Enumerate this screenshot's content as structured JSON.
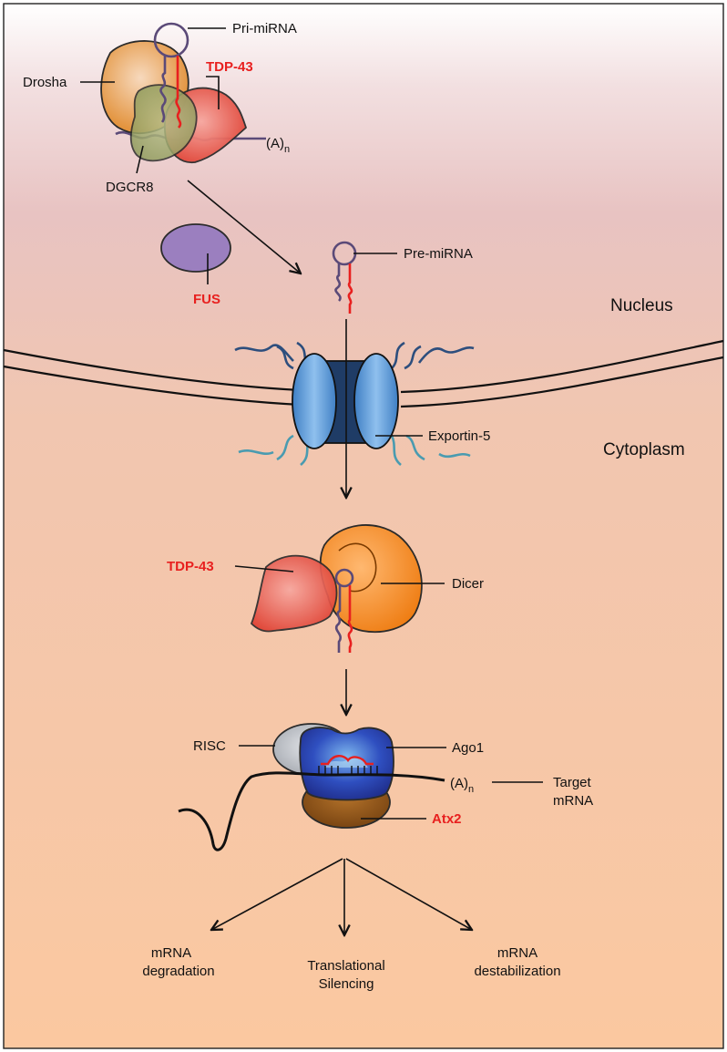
{
  "regions": {
    "nucleus": "Nucleus",
    "cytoplasm": "Cytoplasm"
  },
  "labels": {
    "pri_mirna": "Pri-miRNA",
    "drosha": "Drosha",
    "tdp43_top": "TDP-43",
    "polya_top": "(A)",
    "polya_top_sub": "n",
    "dgcr8": "DGCR8",
    "fus": "FUS",
    "pre_mirna": "Pre-miRNA",
    "exportin5": "Exportin-5",
    "tdp43_dicer": "TDP-43",
    "dicer": "Dicer",
    "risc": "RISC",
    "ago1": "Ago1",
    "polya_bottom": "(A)",
    "polya_bottom_sub": "n",
    "target_mrna_1": "Target",
    "target_mrna_2": "mRNA",
    "atx2": "Atx2"
  },
  "outcomes": {
    "degradation_1": "mRNA",
    "degradation_2": "degradation",
    "silencing_1": "Translational",
    "silencing_2": "Silencing",
    "destabilization_1": "mRNA",
    "destabilization_2": "destabilization"
  },
  "colors": {
    "highlight_red": "#e8201f",
    "rna_purple": "#5b4a78",
    "drosha_orange": "#e8923a",
    "tdp43_red": "#e14a3c",
    "dgcr8_olive": "#8e9a58",
    "fus_purple": "#9b7fbf",
    "exportin_blue": "#5b9bd5",
    "dicer_orange": "#f2861b",
    "ago_blue": "#2b3fa8",
    "atx2_brown": "#8a5218",
    "risc_grey": "#b9bcc2"
  }
}
